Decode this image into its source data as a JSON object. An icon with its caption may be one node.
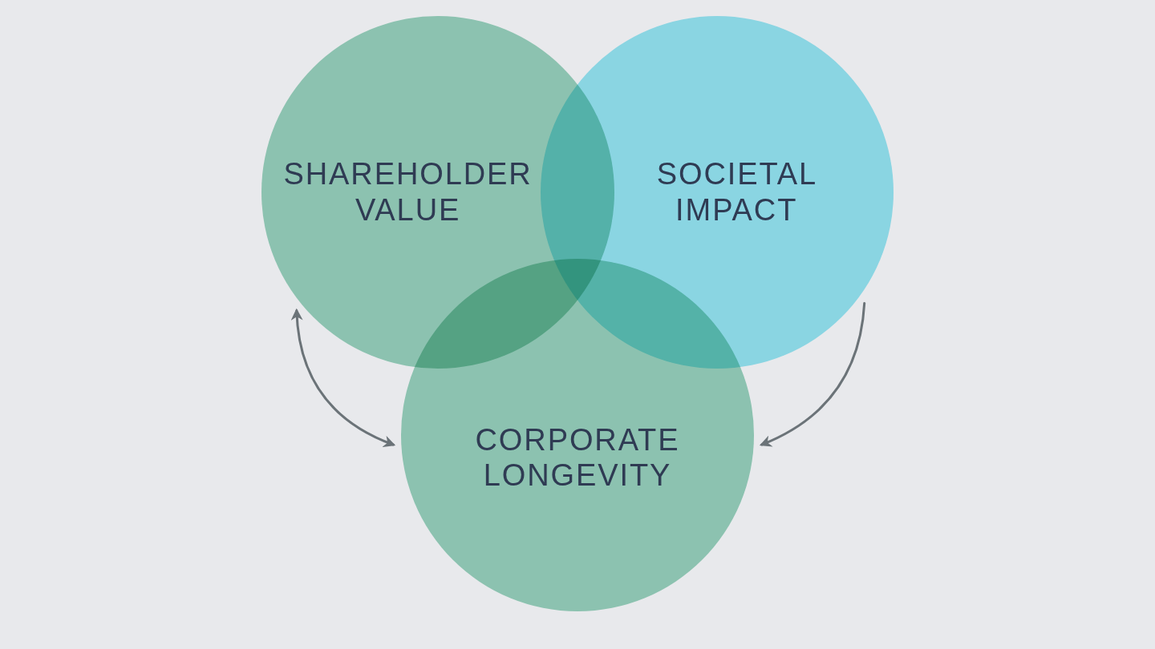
{
  "diagram": {
    "nodes": [
      {
        "text": [
          "SHAREHOLDER VALUE"
        ]
      },
      {
        "text": [
          "SOCIETAL IMPACT"
        ]
      },
      {
        "text": [
          "CORPORATE LONGEVITY"
        ]
      }
    ],
    "edges": [
      {
        "from": 0,
        "to": 2,
        "arrow": "both"
      },
      {
        "from": 1,
        "to": 2,
        "arrow": "to"
      }
    ]
  }
}
